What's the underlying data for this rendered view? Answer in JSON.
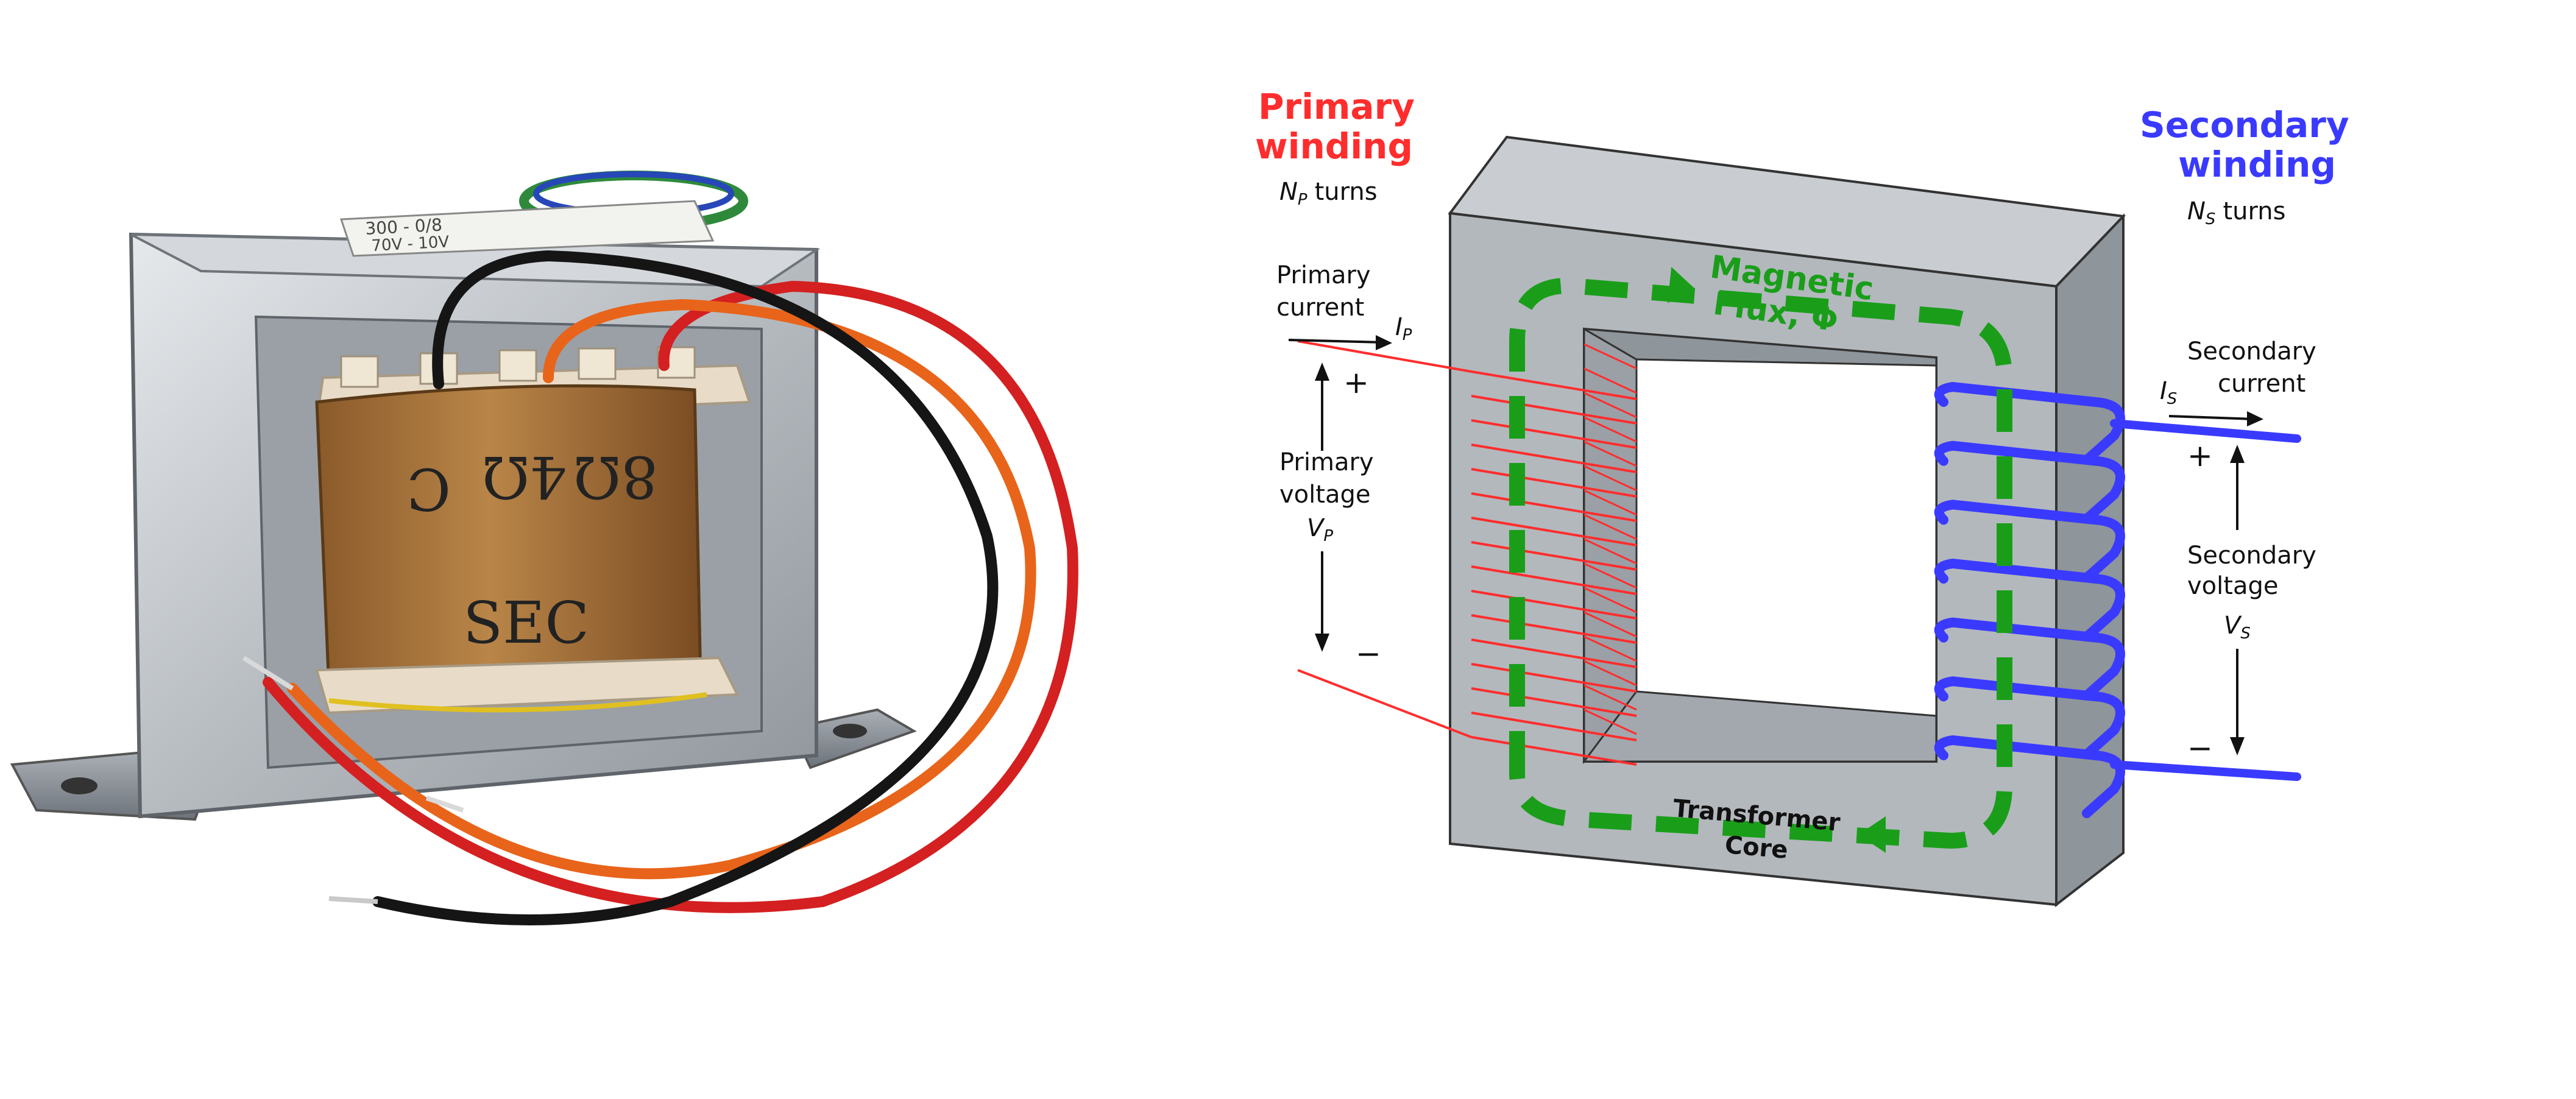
{
  "photo": {
    "coil_markings": [
      "8Ω",
      "4Ω",
      "C",
      "SEC"
    ],
    "label_text": [
      "300 - 0/8",
      "70V - 10V"
    ],
    "wire_colors": [
      "#d42020",
      "#e8641a",
      "#151515"
    ]
  },
  "diagram": {
    "primary": {
      "title_line1": "Primary",
      "title_line2": "winding",
      "turns_symbol": "N",
      "turns_sub": "P",
      "turns_suffix": "turns",
      "current_line1": "Primary",
      "current_line2": "current",
      "current_symbol": "I",
      "current_sub": "P",
      "voltage_line1": "Primary",
      "voltage_line2": "voltage",
      "voltage_symbol": "V",
      "voltage_sub": "P",
      "plus": "+",
      "minus": "−"
    },
    "secondary": {
      "title_line1": "Secondary",
      "title_line2": "winding",
      "turns_symbol": "N",
      "turns_sub": "S",
      "turns_suffix": "turns",
      "current_line1": "Secondary",
      "current_line2": "current",
      "current_symbol": "I",
      "current_sub": "S",
      "voltage_line1": "Secondary",
      "voltage_line2": "voltage",
      "voltage_symbol": "V",
      "voltage_sub": "S",
      "plus": "+",
      "minus": "−"
    },
    "flux_line1": "Magnetic",
    "flux_line2": "Flux, Φ",
    "core_line1": "Transformer",
    "core_line2": "Core",
    "colors": {
      "primary": "#ff2d2d",
      "secondary": "#3a3aff",
      "flux": "#1a9e1a",
      "core_front": "#b3b8bd",
      "core_top": "#c9cdd1",
      "core_side": "#8e959b"
    }
  }
}
